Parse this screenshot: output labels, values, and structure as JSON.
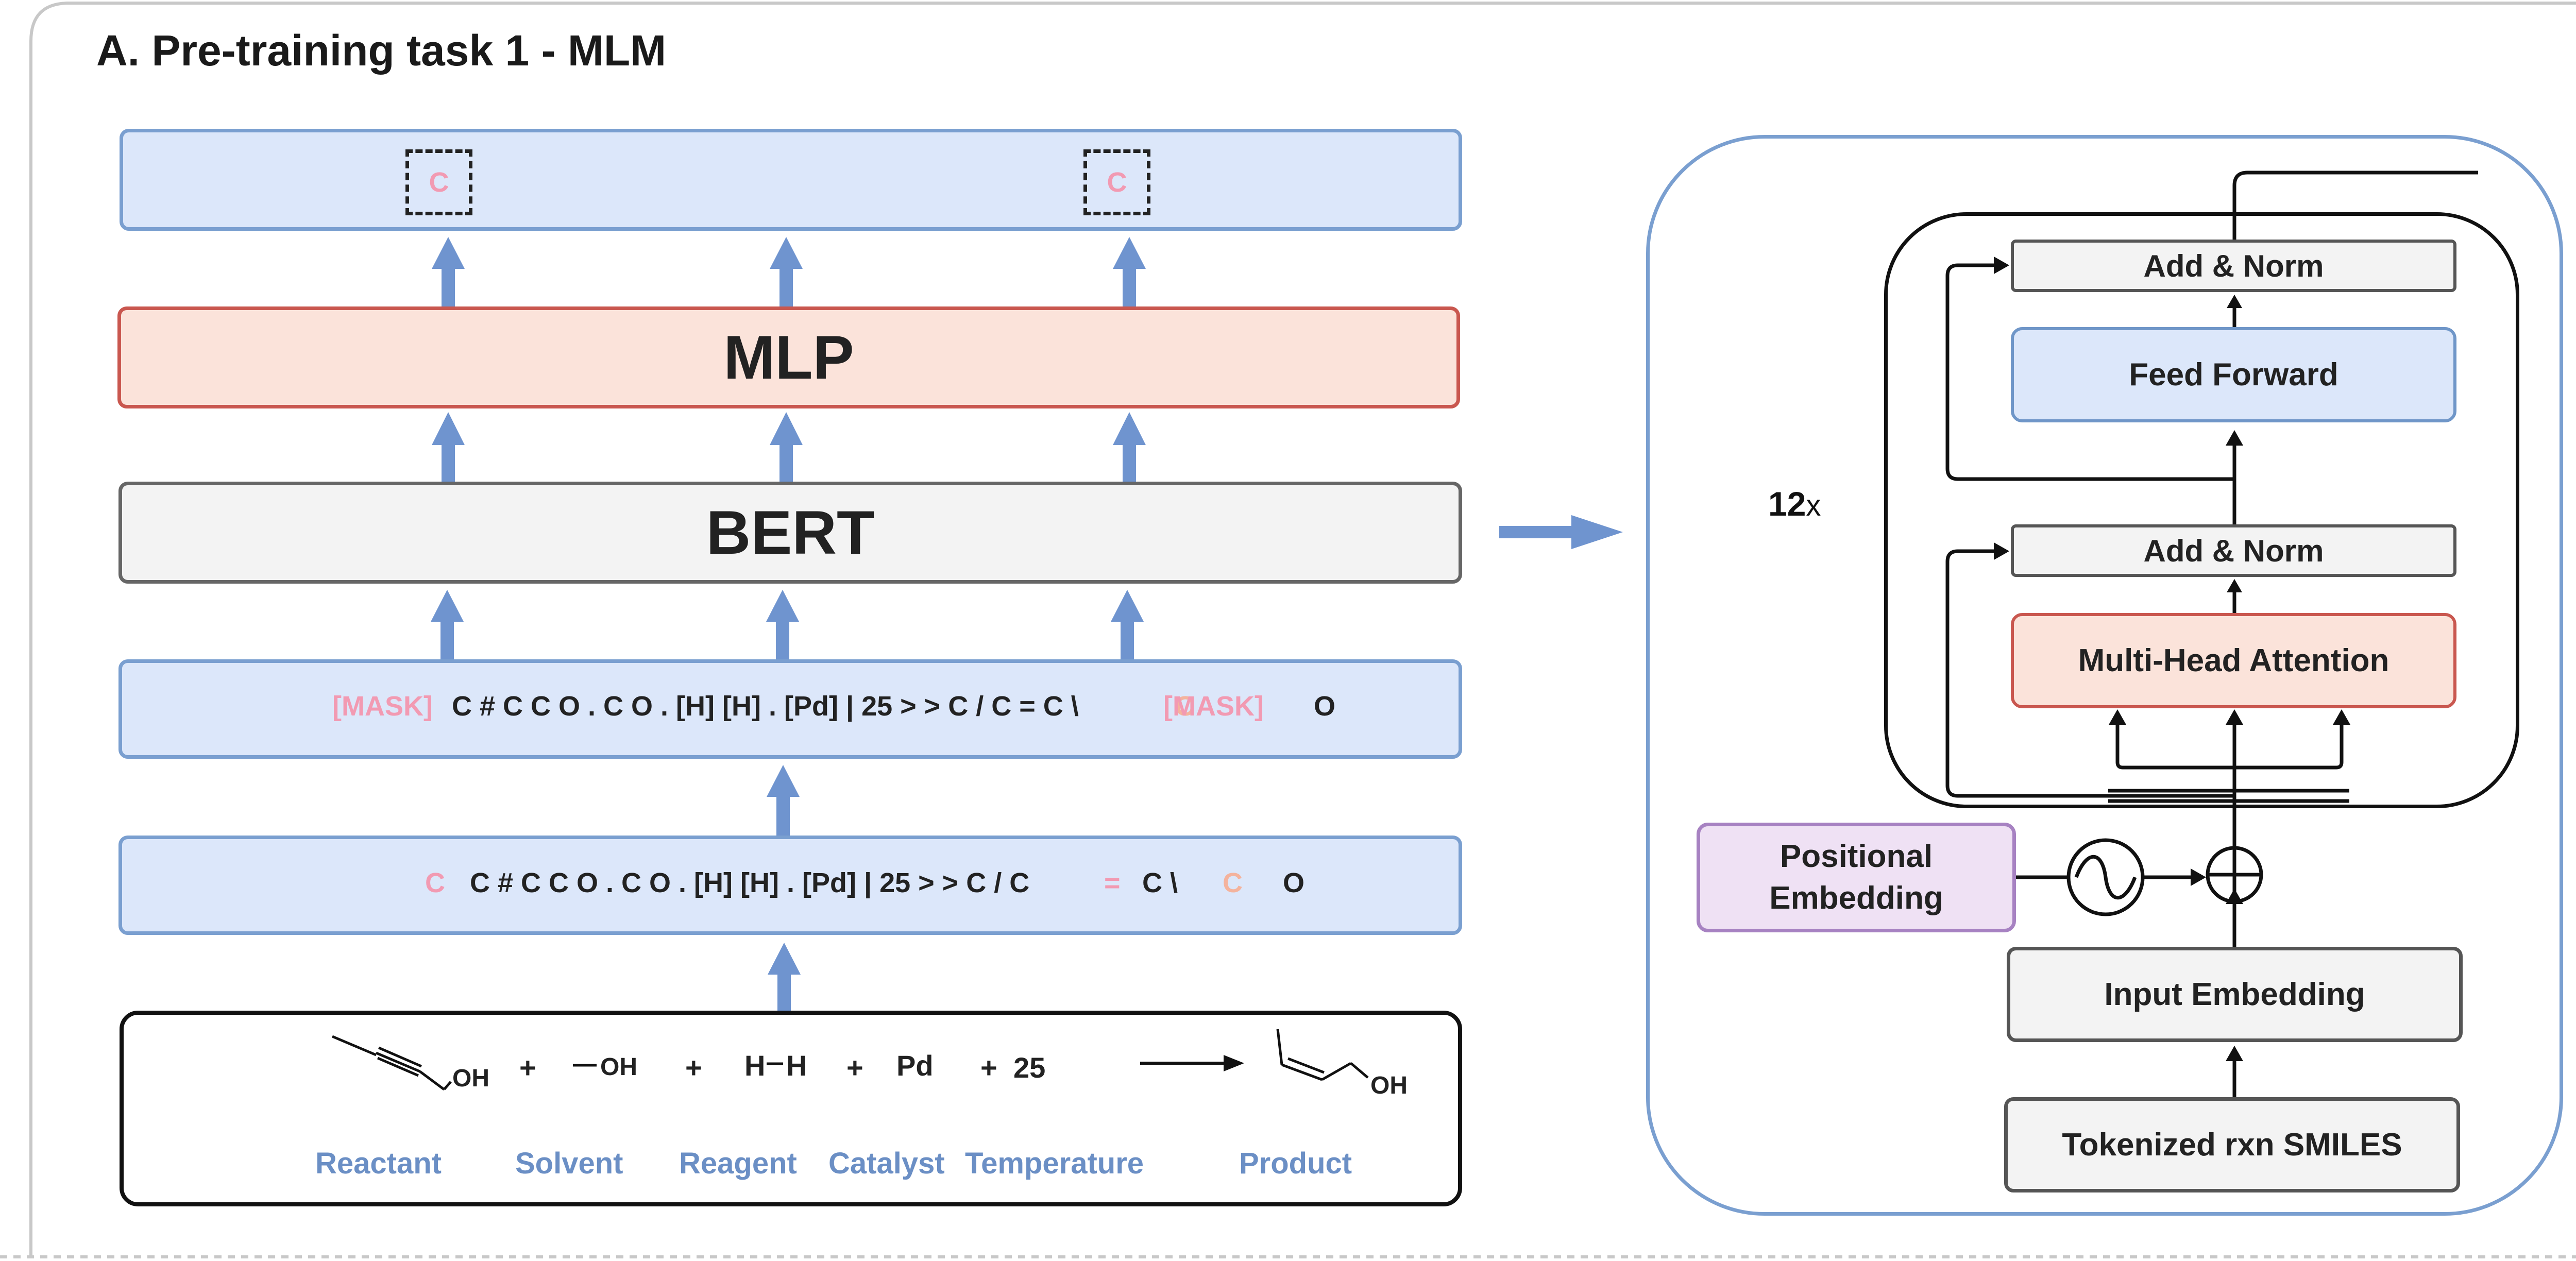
{
  "title": "A. Pre-training task 1 - MLM",
  "output_row": {
    "token_1": "C",
    "token_2": "C"
  },
  "mlp_label": "MLP",
  "bert_label": "BERT",
  "masked_seq": {
    "mask_1": "[MASK]",
    "body": "C # C C O . C O . [H] [H] . [Pd] | 25 > > C / C = C \\",
    "mask_2": "[MASK]",
    "tail": "O",
    "under_mask_2": "C"
  },
  "input_seq": {
    "token_c1": "C",
    "body": "C # C C O . C O . [H] [H] . [Pd] | 25 > > C / C",
    "eq": "=",
    "c_backslash": "C \\",
    "token_c2": "C",
    "tail": "O"
  },
  "reaction": {
    "oh_reactant": "OH",
    "plus_1": "+",
    "oh_solvent": "OH",
    "plus_2": "+",
    "h_left": "H",
    "h_right": "H",
    "plus_3": "+",
    "pd": "Pd",
    "plus_4": "+",
    "temp": "25",
    "oh_product": "OH",
    "labels": [
      "Reactant",
      "Solvent",
      "Reagent",
      "Catalyst",
      "Temperature",
      "Product"
    ]
  },
  "encoder": {
    "repeat": "12",
    "repeat_suffix": "x",
    "add_norm_top": "Add & Norm",
    "feed_forward": "Feed Forward",
    "add_norm_bottom": "Add & Norm",
    "multi_head": "Multi-Head Attention",
    "positional_1": "Positional",
    "positional_2": "Embedding",
    "input_embedding": "Input Embedding",
    "tokenized": "Tokenized rxn SMILES"
  },
  "colors": {
    "blue_fill": "#dce7fa",
    "blue_border": "#7a9fd0",
    "red_fill": "#fbe3da",
    "red_border": "#c9574f",
    "grey_fill": "#f3f3f3",
    "purple_fill": "#efe1f4",
    "arrow_blue": "#6f94cf",
    "mask_pink": "#f29ab2",
    "label_blue": "#6b8fc5"
  }
}
